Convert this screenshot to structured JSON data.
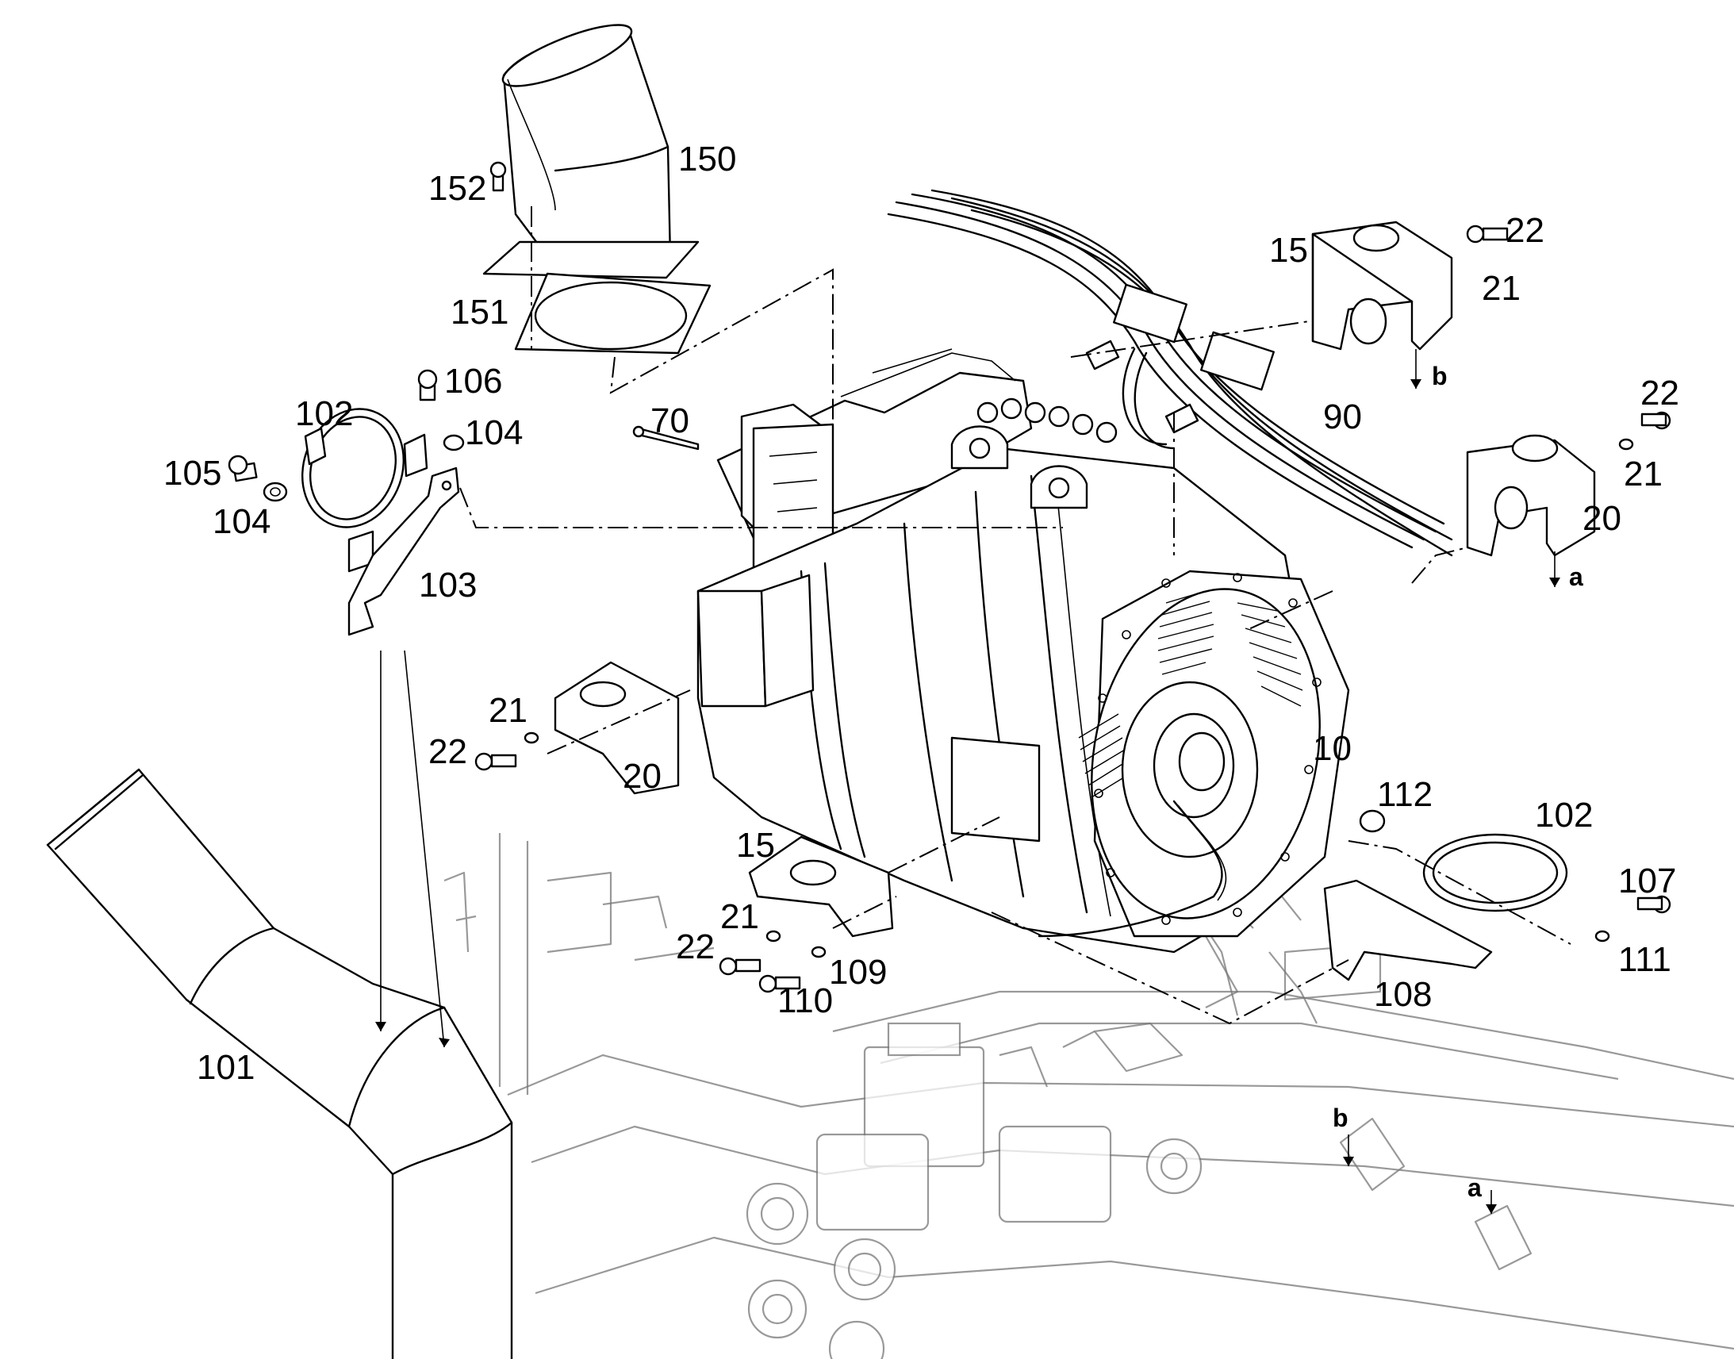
{
  "diagram": {
    "part_callouts": {
      "motor": "10",
      "mount_bracket_b": "15",
      "mount_bracket_b_lower": "15",
      "mount_bracket_a": "20",
      "mount_bracket_a_left": "20",
      "washer_a": "21",
      "washer_b": "21",
      "washer_left": "21",
      "washer_lower": "21",
      "bolt_a": "22",
      "bolt_b": "22",
      "bolt_left": "22",
      "bolt_lower": "22",
      "bolt_70": "70",
      "cable_harness": "90",
      "air_duct": "101",
      "clamp_upper": "102",
      "clamp_lower": "102",
      "clamp_bracket": "103",
      "washer_104_a": "104",
      "washer_104_b": "104",
      "bolt_105": "105",
      "bolt_106": "106",
      "bolt_107": "107",
      "support_bracket": "108",
      "washer_109": "109",
      "bolt_110": "110",
      "washer_111": "111",
      "nut_112": "112",
      "elbow_duct": "150",
      "gasket_151": "151",
      "screw_152": "152"
    },
    "reference_letters": {
      "ref_a_top": "a",
      "ref_b_top": "b",
      "ref_a_frame": "a",
      "ref_b_frame": "b"
    }
  }
}
